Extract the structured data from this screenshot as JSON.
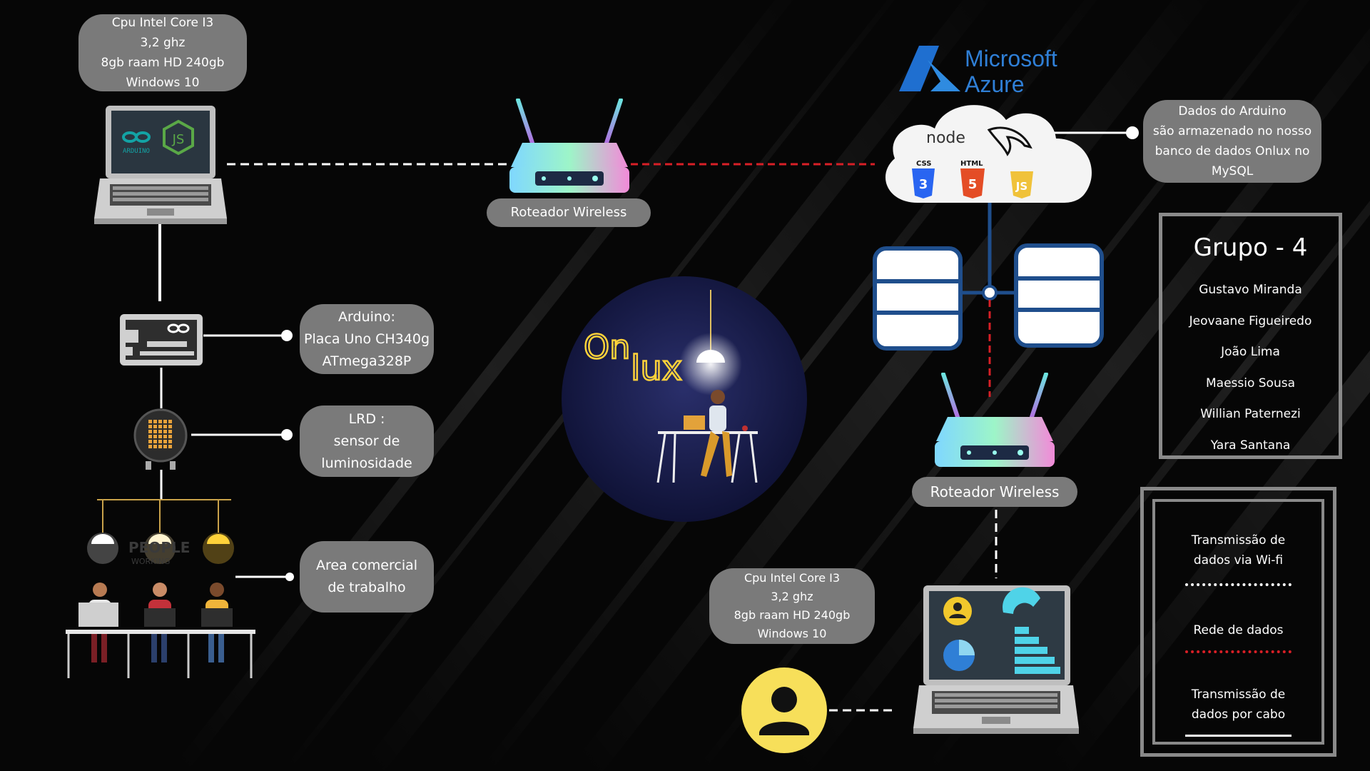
{
  "top_laptop_specs": [
    "Cpu Intel Core I3",
    "3,2 ghz",
    "8gb raam HD 240gb",
    "Windows 10"
  ],
  "bottom_laptop_specs": [
    "Cpu Intel Core I3",
    "3,2 ghz",
    "8gb raam HD 240gb",
    "Windows 10"
  ],
  "router_top_label": "Roteador Wireless",
  "router_bottom_label": "Roteador Wireless",
  "arduino_label": [
    "Arduino:",
    "Placa Uno CH340g",
    "ATmega328P"
  ],
  "ldr_label": [
    "LRD :",
    "sensor de",
    "luminosidade"
  ],
  "area_label": [
    "Area comercial",
    "de trabalho"
  ],
  "cloud_note": [
    "Dados do Arduino",
    "são armazenado no nosso",
    "banco de dados Onlux no",
    "MySQL"
  ],
  "azure": {
    "line1": "Microsoft",
    "line2": "Azure"
  },
  "cloud_tech": {
    "node": "node",
    "css": "CSS",
    "html": "HTML",
    "js": "JS"
  },
  "laptop_screen": {
    "arduino": "ARDUINO",
    "js": "JS"
  },
  "logo": {
    "text_on": "On",
    "text_lux": "lux"
  },
  "people_watermark": [
    "PEOPLE",
    "WORKING"
  ],
  "group": {
    "title": "Grupo - 4",
    "members": [
      "Gustavo Miranda",
      "Jeovaane Figueiredo",
      "João Lima",
      "Maessio Sousa",
      "Willian Paternezi",
      "Yara Santana"
    ]
  },
  "legend": {
    "wifi": [
      "Transmissão de",
      "dados via Wi-fi"
    ],
    "network": "Rede de dados",
    "cable": [
      "Transmissão de",
      "dados por cabo"
    ]
  },
  "colors": {
    "background": "#060606",
    "pill": "#7a7a7a",
    "network_line": "#d81f26",
    "azure_blue": "#2f7fd6",
    "db_blue": "#1f4e8c",
    "user_yellow": "#f7df5a",
    "logo_glow": "#ffd23a"
  },
  "icons": [
    "laptop-icon",
    "router-icon",
    "arduino-board-icon",
    "ldr-sensor-icon",
    "ceiling-lamp-icon",
    "workers-icon",
    "azure-logo-icon",
    "cloud-icon",
    "mysql-dolphin-icon",
    "css3-icon",
    "html5-icon",
    "js-icon",
    "database-icon",
    "user-avatar-icon",
    "dashboard-laptop-icon",
    "onlux-logo-icon"
  ]
}
